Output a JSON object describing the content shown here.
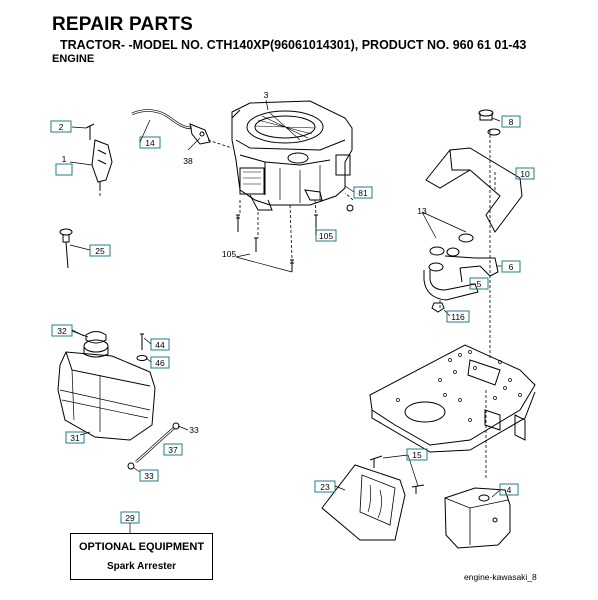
{
  "header": {
    "title": "REPAIR PARTS",
    "subtitle": "TRACTOR- -MODEL NO. CTH140XP(96061014301), PRODUCT NO. 960 61 01-43",
    "section": "ENGINE"
  },
  "callouts": {
    "p1": "1",
    "p2": "2",
    "p3": "3",
    "p4": "4",
    "p5": "5",
    "p6": "6",
    "p8": "8",
    "p10": "10",
    "p13": "13",
    "p14": "14",
    "p15": "15",
    "p23": "23",
    "p25": "25",
    "p29": "29",
    "p31": "31",
    "p32": "32",
    "p33a": "33",
    "p33b": "33",
    "p37": "37",
    "p38": "38",
    "p44": "44",
    "p46": "46",
    "p81": "81",
    "p105a": "105",
    "p105b": "105",
    "p116": "116"
  },
  "optional": {
    "heading": "OPTIONAL EQUIPMENT",
    "item": "Spark Arrester"
  },
  "footer": "engine-kawasaki_8",
  "colors": {
    "label_box_stroke": "#1f7f86",
    "line": "#000000",
    "background": "#ffffff"
  }
}
